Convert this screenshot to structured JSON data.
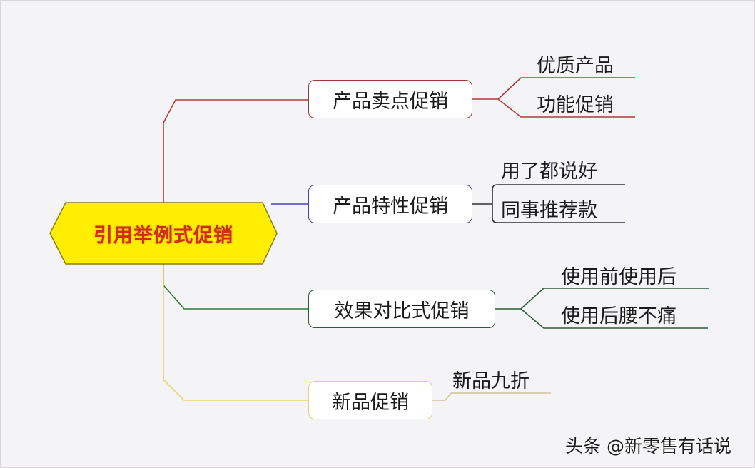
{
  "root": {
    "label": "引用举例式促销",
    "fill": "#ffee00",
    "text_color": "#cc2f12"
  },
  "branches": [
    {
      "label": "产品卖点促销",
      "color": "#b03a3a",
      "children": [
        "优质产品",
        "功能促销"
      ]
    },
    {
      "label": "产品特性促销",
      "color": "#4a3cc0",
      "children": [
        "用了都说好",
        "同事推荐款"
      ]
    },
    {
      "label": "效果对比式促销",
      "color": "#2f7a3a",
      "children": [
        "使用前使用后",
        "使用后腰不痛"
      ]
    },
    {
      "label": "新品促销",
      "color": "#e8d66a",
      "children": [
        "新品九折"
      ]
    }
  ],
  "watermark": "头条 @新零售有话说"
}
